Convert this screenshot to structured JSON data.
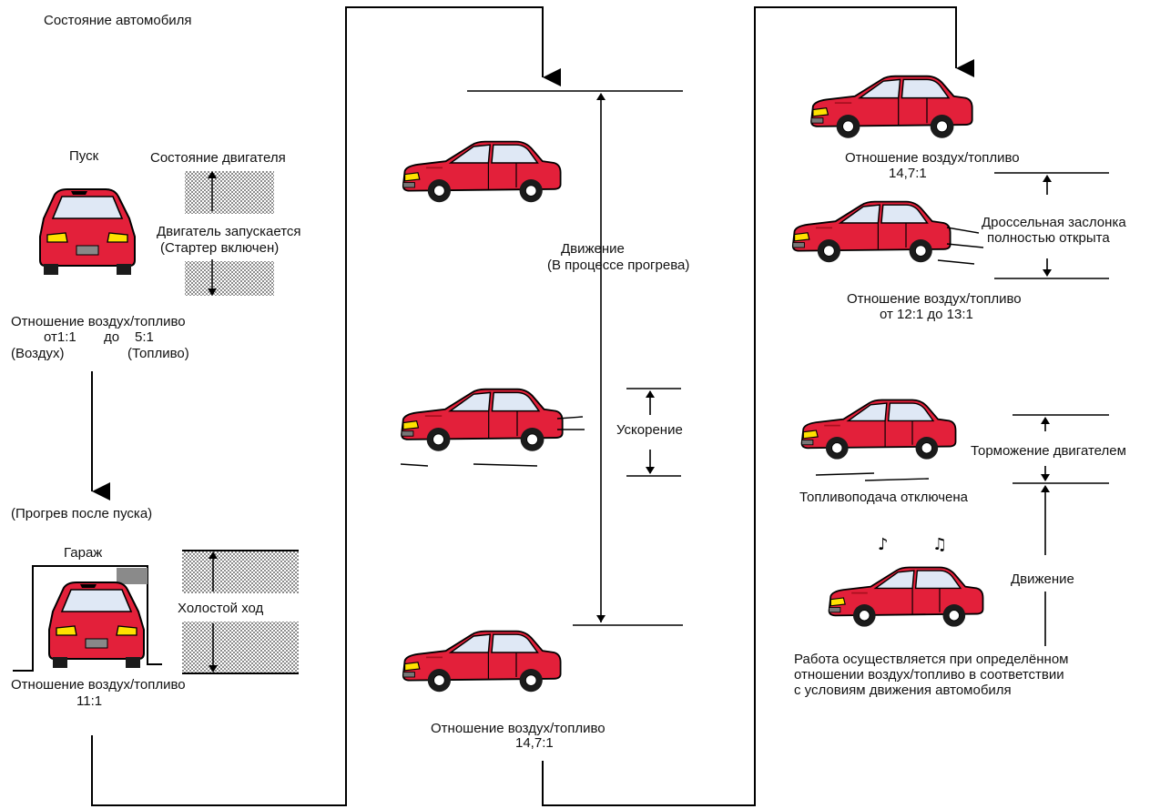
{
  "colors": {
    "car_body": "#e3203a",
    "car_dark": "#a8101f",
    "glass": "#dfe8f5",
    "wheel": "#1b1b1b",
    "lamp": "#ffe100",
    "line": "#000000",
    "dots": "#333333"
  },
  "header": {
    "title": "Состояние автомобиля"
  },
  "col1": {
    "start_label": "Пуск",
    "engine_state_label": "Состояние двигателя",
    "starting_line1": "Двигатель запускается",
    "starting_line2": "(Стартер включен)",
    "afr_label": "Отношение воздух/топливо",
    "afr_range_from": "от1:1",
    "afr_range_to": "до",
    "afr_range_value": "5:1",
    "air_label": "(Воздух)",
    "fuel_label": "(Топливо)",
    "warmup_label": "(Прогрев после пуска)",
    "garage_label": "Гараж",
    "idle_label": "Холостой ход",
    "afr_label_2": "Отношение воздух/топливо",
    "afr_value_2": "11:1"
  },
  "col2": {
    "driving_line1": "Движение",
    "driving_line2": "(В процессе прогрева)",
    "accel_label": "Ускорение",
    "afr_label": "Отношение воздух/топливо",
    "afr_value": "14,7:1"
  },
  "col3": {
    "afr_label_1": "Отношение воздух/топливо",
    "afr_value_1": "14,7:1",
    "throttle_line1": "Дроссельная заслонка",
    "throttle_line2": "полностью открыта",
    "afr_label_2": "Отношение воздух/топливо",
    "afr_value_2": "от 12:1 до 13:1",
    "engine_brake_label": "Торможение двигателем",
    "fuel_cut_label": "Топливоподача отключена",
    "driving_label": "Движение",
    "note_line1": "Работа осуществляется при определённом",
    "note_line2": "отношении воздух/топливо в соответствии",
    "note_line3": "с условиям движения автомобиля"
  }
}
